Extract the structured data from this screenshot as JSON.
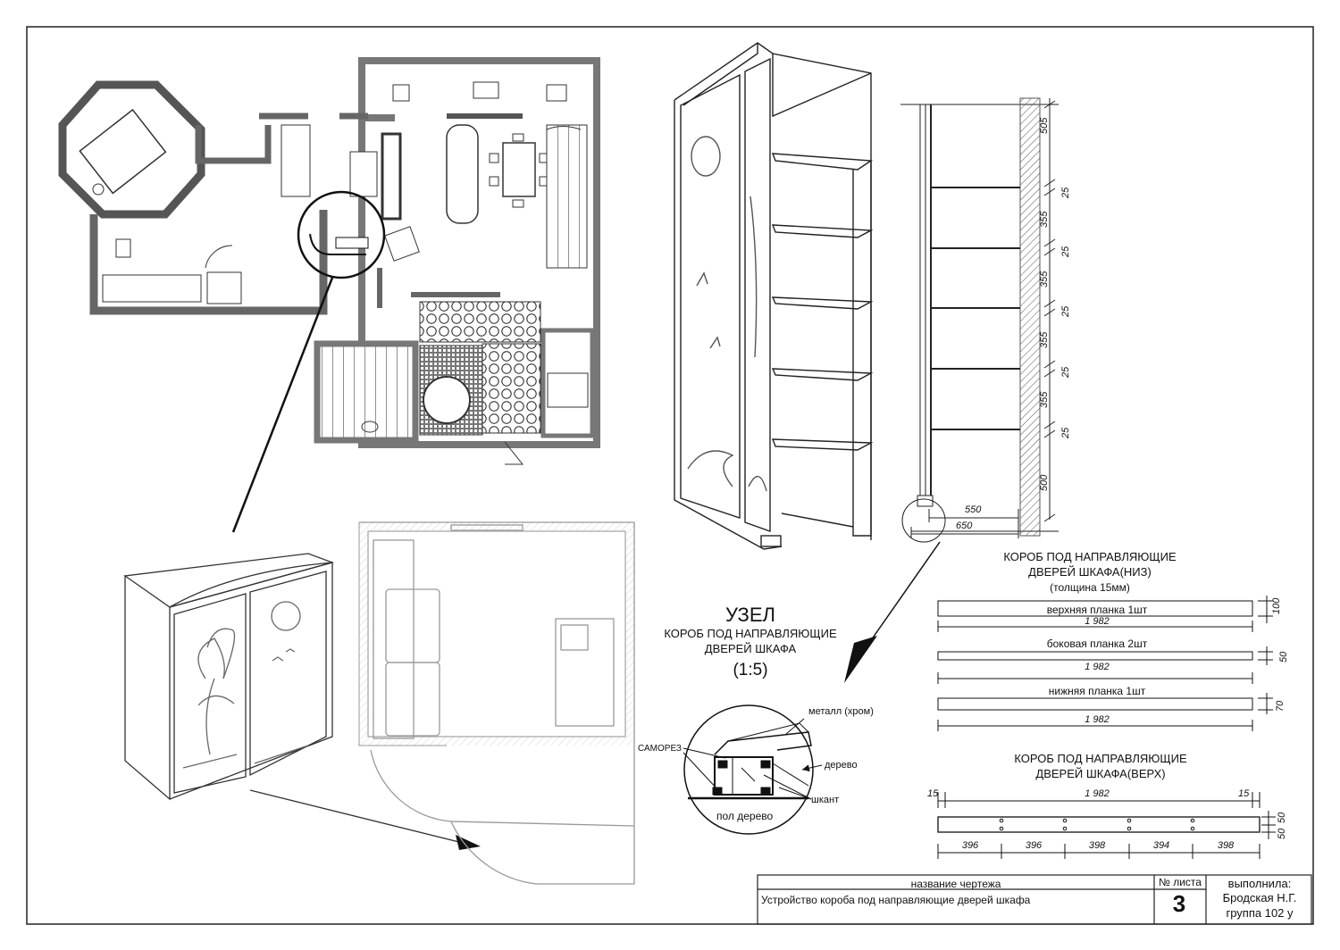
{
  "node": {
    "title": "УЗЕЛ",
    "subtitle_1": "КОРОБ ПОД НАПРАВЛЯЮЩИЕ",
    "subtitle_2": "ДВЕРЕЙ ШКАФА",
    "scale": "(1:5)",
    "labels": {
      "metal": "металл (хром)",
      "screw": "САМОРЕЗ",
      "wood": "дерево",
      "dowel": "шкант",
      "floor": "пол дерево"
    }
  },
  "section_dims": {
    "vertical": [
      "505",
      "25",
      "355",
      "25",
      "355",
      "25",
      "355",
      "25",
      "355",
      "25",
      "500"
    ],
    "depth_inner": "550",
    "depth_outer": "650"
  },
  "box_bottom": {
    "title_1": "КОРОБ ПОД НАПРАВЛЯЮЩИЕ",
    "title_2": "ДВЕРЕЙ ШКАФА(НИЗ)",
    "title_3": "(толщина 15мм)",
    "parts": [
      {
        "name": "верхняя планка 1шт",
        "length": "1 982",
        "height": "100"
      },
      {
        "name": "боковая планка 2шт",
        "length": "1 982",
        "height": "50"
      },
      {
        "name": "нижняя планка 1шт",
        "length": "1 982",
        "height": "70"
      }
    ]
  },
  "box_top": {
    "title_1": "КОРОБ ПОД НАПРАВЛЯЮЩИЕ",
    "title_2": "ДВЕРЕЙ ШКАФА(ВЕРХ)",
    "overall": "1 982",
    "edge_left": "15",
    "edge_right": "15",
    "height_1": "50",
    "height_2": "50",
    "segments": [
      "396",
      "396",
      "398",
      "394",
      "398"
    ]
  },
  "stamp": {
    "name_header": "название чертежа",
    "sheet_header": "№ листа",
    "author_header": "выполнила:",
    "drawing_name": "Устройство короба под направляющие дверей шкафа",
    "sheet_number": "3",
    "author_name": "Бродская Н.Г.",
    "author_group": "группа 102 у"
  }
}
